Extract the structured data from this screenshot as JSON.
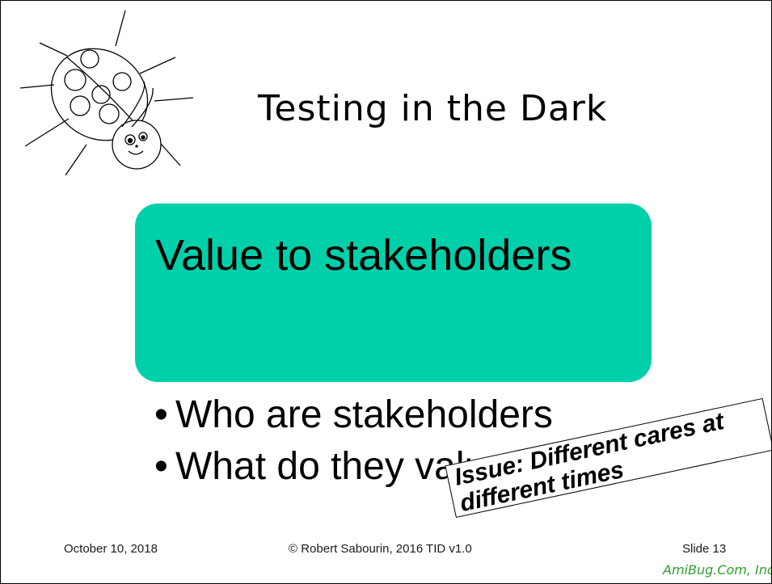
{
  "slide": {
    "title": "Testing in the Dark",
    "box_text": "Value to stakeholders",
    "bullets": [
      {
        "symbol": "•",
        "text": "Who are stakeholders"
      },
      {
        "symbol": "•",
        "text": "What do they value"
      }
    ],
    "note": "Issue: Different cares at different times",
    "footer": {
      "date": "October 10, 2018",
      "copyright": "© Robert Sabourin, 2016 TID v1.0",
      "slide_number": "Slide 13"
    },
    "brand": "AmiBug.Com, Inc.",
    "colors": {
      "box_fill": "#00d0a9",
      "brand_text": "#2ca02c"
    },
    "logo_icon": "ladybug-icon"
  }
}
